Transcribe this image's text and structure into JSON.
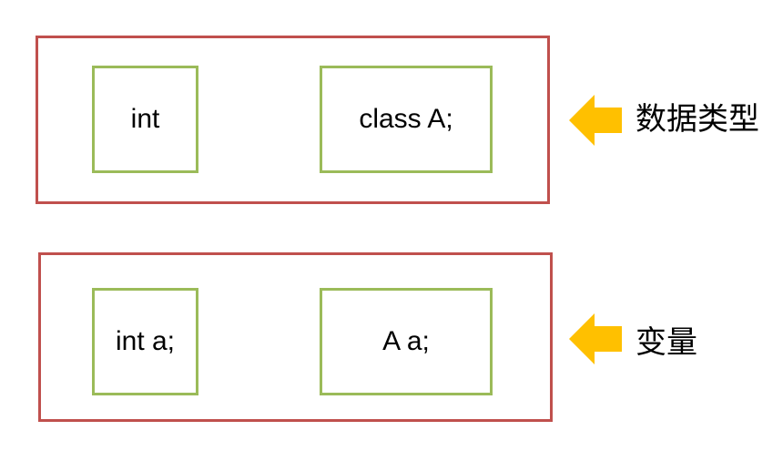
{
  "group_top": {
    "items": [
      "int",
      "class A;"
    ],
    "label": "数据类型"
  },
  "group_bottom": {
    "items": [
      "int a;",
      "A a;"
    ],
    "label": "变量"
  },
  "colors": {
    "outer_border": "#c0504d",
    "inner_border": "#9bbb59",
    "arrow_fill": "#ffc000"
  }
}
